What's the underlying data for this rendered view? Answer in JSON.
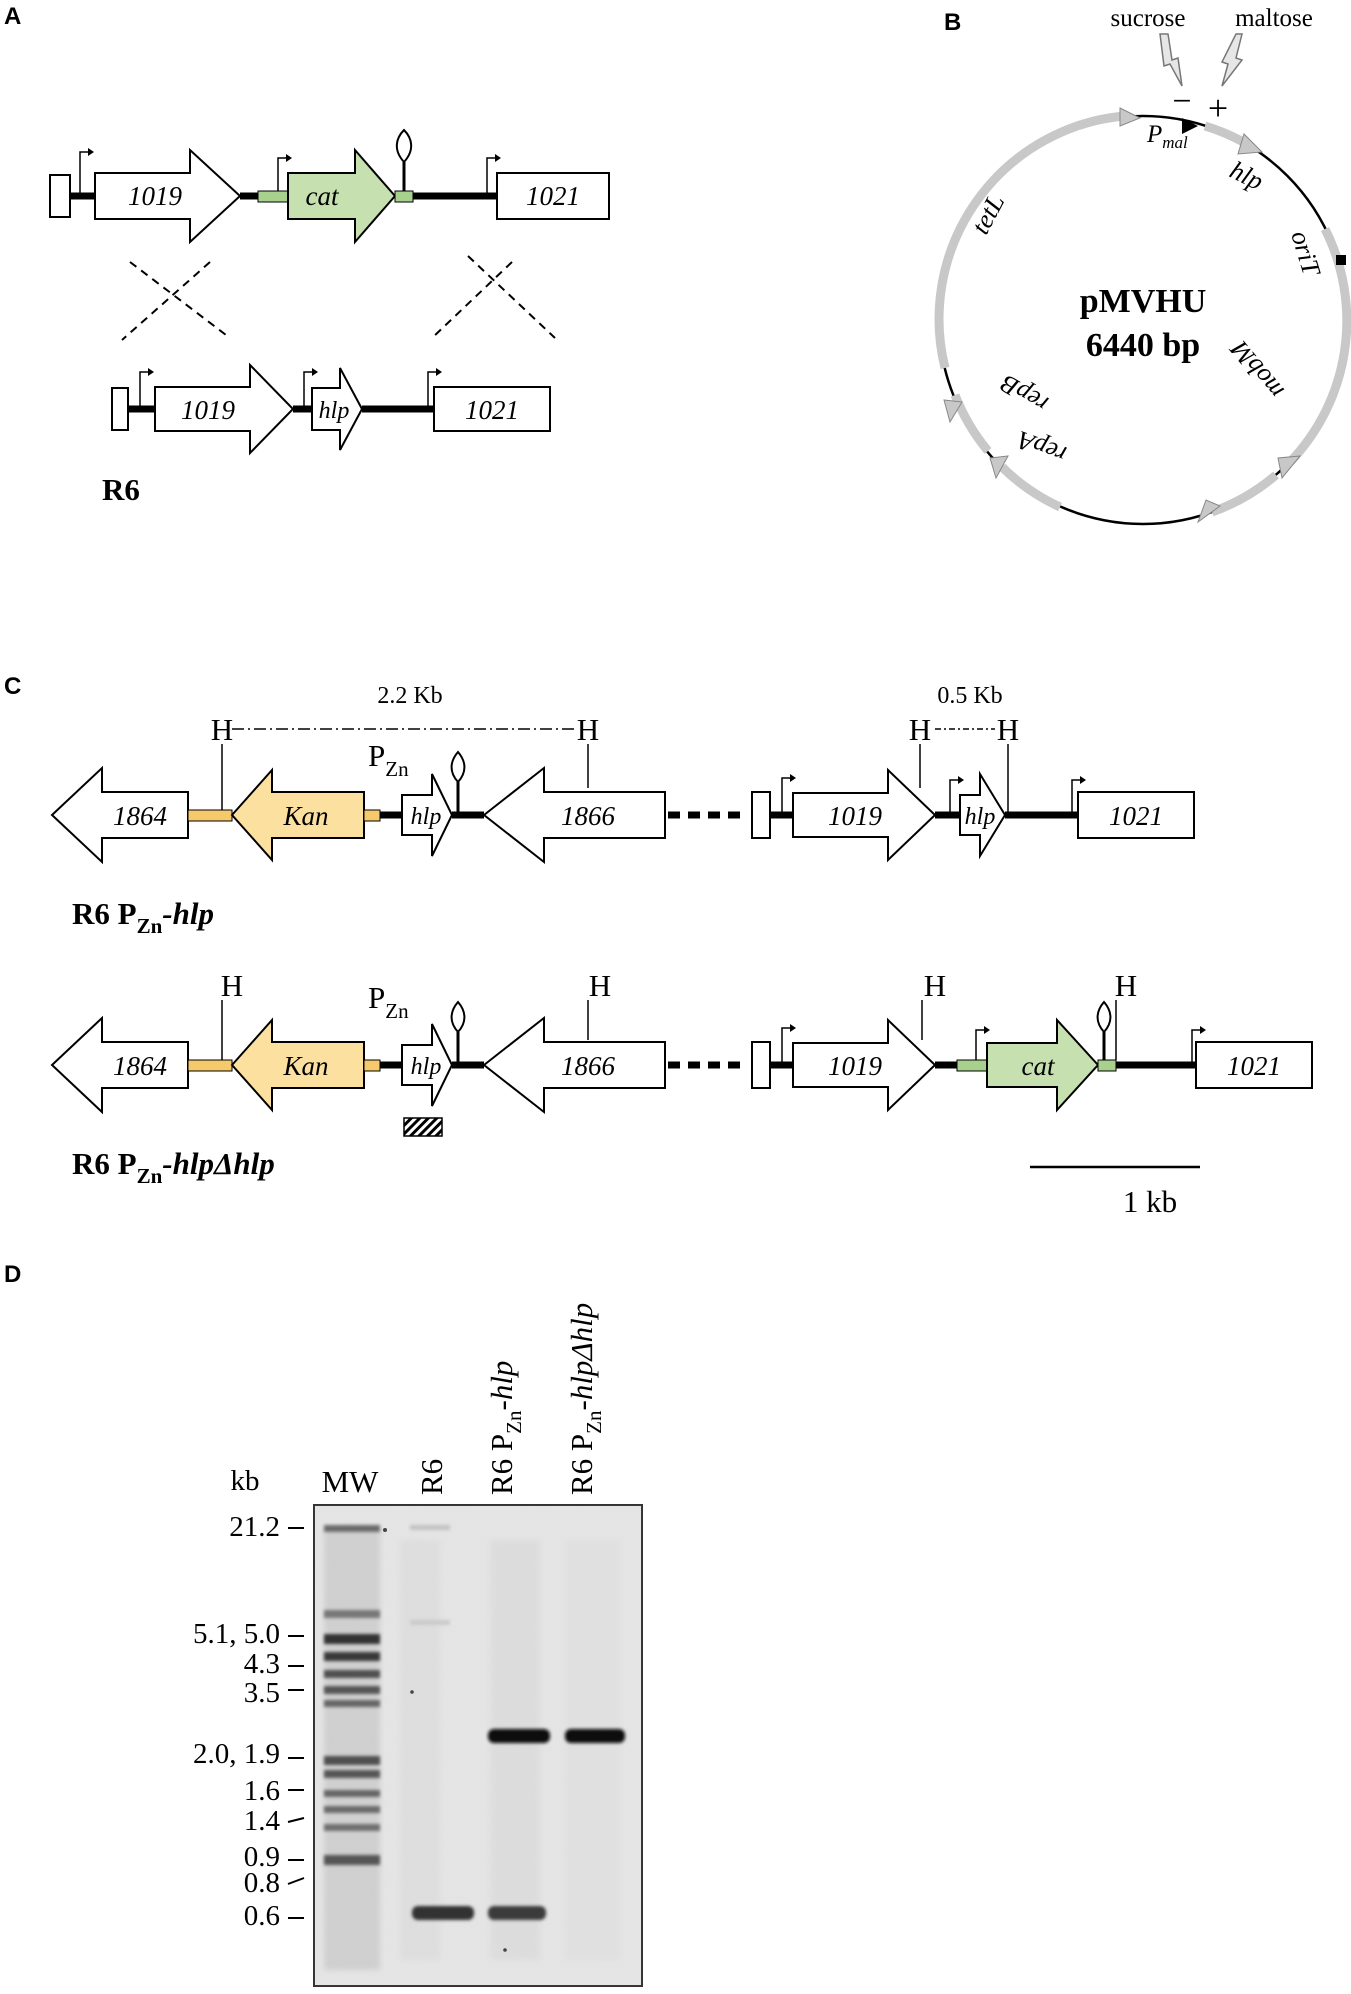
{
  "colors": {
    "cat_fill": "#c6e0b0",
    "flank_green": "#a9d18e",
    "kan_fill": "#fce0a0",
    "flank_yellow": "#f6c96a",
    "plasmid_gene": "#c8c8c8"
  },
  "panels": {
    "a": {
      "label": "A",
      "top_genes": [
        "1019",
        "cat",
        "1021"
      ],
      "bottom_genes": [
        "1019",
        "hlp",
        "1021"
      ],
      "strain": "R6"
    },
    "b": {
      "label": "B",
      "name": "pMVHU",
      "size": "6440 bp",
      "inducer_1": "sucrose",
      "inducer_2": "maltose",
      "minus": "−",
      "plus": "+",
      "promoter": "P",
      "promoter_sub": "mal",
      "genes": [
        "hlp",
        "oriT",
        "mobM",
        "repA",
        "repB",
        "tetL"
      ]
    },
    "c": {
      "label": "C",
      "site": "H",
      "distance_1": "2.2 Kb",
      "distance_2": "0.5 Kb",
      "promoter": "P",
      "promoter_sub": "Zn",
      "row1_genes": [
        "1864",
        "Kan",
        "hlp",
        "1866",
        "1019",
        "hlp",
        "1021"
      ],
      "row2_genes": [
        "1864",
        "Kan",
        "hlp",
        "1866",
        "1019",
        "cat",
        "1021"
      ],
      "strain_1_prefix": "R6 P",
      "strain_1_sub": "Zn",
      "strain_1_suffix": "-hlp",
      "strain_2_prefix": "R6 P",
      "strain_2_sub": "Zn",
      "strain_2_suffix": "-hlpΔhlp",
      "scale": "1 kb"
    },
    "d": {
      "label": "D",
      "unit": "kb",
      "lanes": {
        "mw": "MW",
        "r6": "R6",
        "l3_prefix": "R6 P",
        "l3_sub": "Zn",
        "l3_suffix": "-hlp",
        "l4_prefix": "R6 P",
        "l4_sub": "Zn",
        "l4_suffix": "-hlpΔhlp"
      },
      "markers": [
        "21.2",
        "5.1, 5.0",
        "4.3",
        "3.5",
        "2.0, 1.9",
        "1.6",
        "1.4",
        "0.9",
        "0.8",
        "0.6"
      ]
    }
  }
}
